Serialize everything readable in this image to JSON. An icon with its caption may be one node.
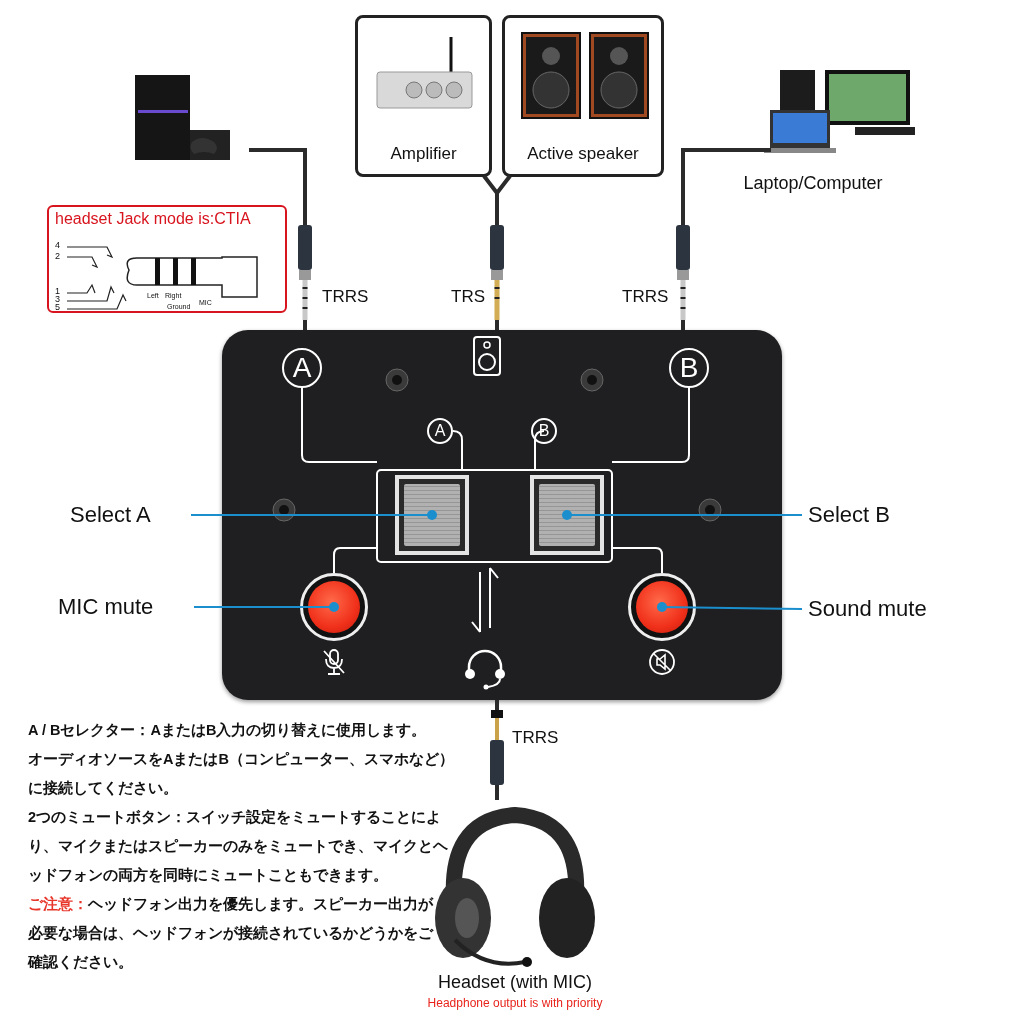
{
  "diagram": {
    "nodes": [
      {
        "text": [],
        "shape": "picture"
      },
      {
        "text": [
          "Amplifier"
        ]
      },
      {
        "text": [
          "Active speaker"
        ]
      },
      {
        "text": [
          "Laptop/Computer"
        ]
      },
      {
        "text": [
          "headset Jack mode is:CTIA"
        ]
      },
      {
        "text": [
          "A",
          "B",
          "A",
          "B"
        ]
      },
      {
        "text": [],
        "shape": "box",
        "in": 5
      },
      {
        "text": [],
        "shape": "box",
        "in": 5
      },
      {
        "text": [],
        "shape": "circle",
        "in": 5
      },
      {
        "text": [],
        "shape": "circle",
        "in": 5
      },
      {
        "text": [
          "Select A"
        ]
      },
      {
        "text": [
          "Select B"
        ]
      },
      {
        "text": [
          "MIC mute"
        ]
      },
      {
        "text": [
          "Sound mute"
        ]
      },
      {
        "text": [
          "Headset (with MIC)"
        ],
        "beside": [
          "Headphone output is with priority"
        ]
      }
    ],
    "edges": [
      {
        "from": 0,
        "to": 5,
        "arrow": "none",
        "label": "TRRS"
      },
      {
        "from": 1,
        "to": 5,
        "arrow": "none",
        "label": "TRS"
      },
      {
        "from": 2,
        "to": 5,
        "arrow": "none"
      },
      {
        "from": 3,
        "to": 5,
        "arrow": "none",
        "label": "TRRS"
      },
      {
        "from": 5,
        "to": 14,
        "arrow": "none",
        "label": "TRRS"
      },
      {
        "from": 10,
        "to": 6,
        "arrow": "other",
        "color": "#1b8fce"
      },
      {
        "from": 11,
        "to": 7,
        "arrow": "other",
        "color": "#1b8fce"
      },
      {
        "from": 12,
        "to": 8,
        "arrow": "other",
        "color": "#1b8fce"
      },
      {
        "from": 13,
        "to": 9,
        "arrow": "other",
        "color": "#1b8fce"
      }
    ],
    "labels": [
      "4",
      "2",
      "1",
      "3",
      "5",
      "Left",
      "Right",
      "Ground",
      "MIC",
      "A / Bセレクター：AまたはB入力の切り替えに使用します。",
      "オーディオソースをAまたはB（コンピューター、スマホなど）に接続してください。",
      "2つのミュートボタン：スイッチ設定をミュートすることにより、マイクまたはスピーカーのみをミュートでき、マイクとヘッドフォンの両方を同時にミュートこともできます。",
      "ご注意：",
      "ヘッドフォン出力を優先します。スピーカー出力が必要な場合は、ヘッドフォンが接続されているかどうかをご確認ください。"
    ]
  }
}
